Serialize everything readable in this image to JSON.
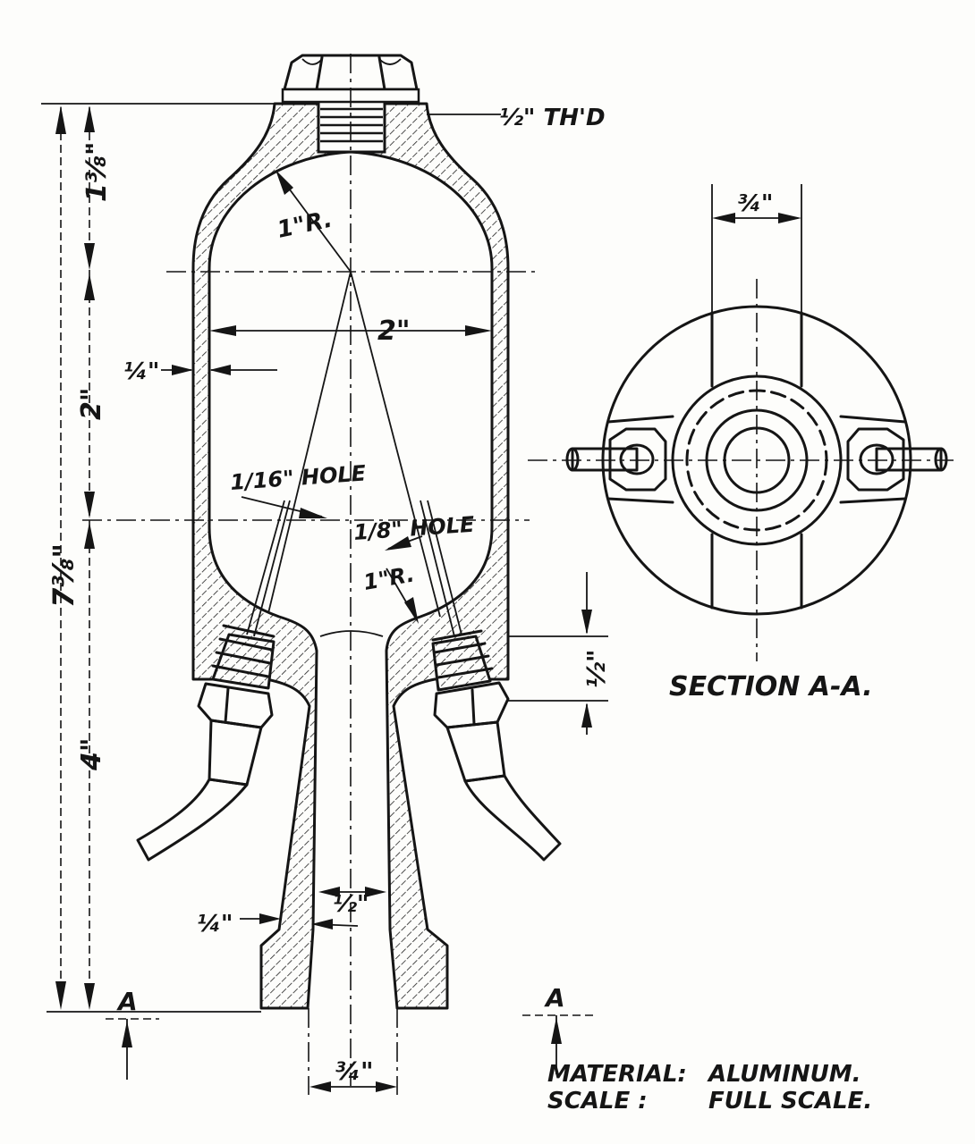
{
  "labels": {
    "thread": "½\" TH'D",
    "radius_top": "1\"R.",
    "radius_bottom": "1\"R.",
    "inner_width": "2\"",
    "wall_upper": "¼\"",
    "wall_lower": "¼\"",
    "hole_left": "1/16\" HOLE",
    "hole_right": "1/8\" HOLE",
    "dim_top": "1⅜\"",
    "dim_mid": "2\"",
    "dim_total": "7⅜\"",
    "dim_bottom": "4\"",
    "dim_side": "½\"",
    "nozzle_bore": "½\"",
    "nozzle_exit": "¾\"",
    "section_width": "¾\"",
    "section_title": "SECTION A-A.",
    "section_mark": "A",
    "material_key": "MATERIAL:",
    "material_value": "ALUMINUM.",
    "scale_key": "SCALE :",
    "scale_value": "FULL SCALE."
  }
}
